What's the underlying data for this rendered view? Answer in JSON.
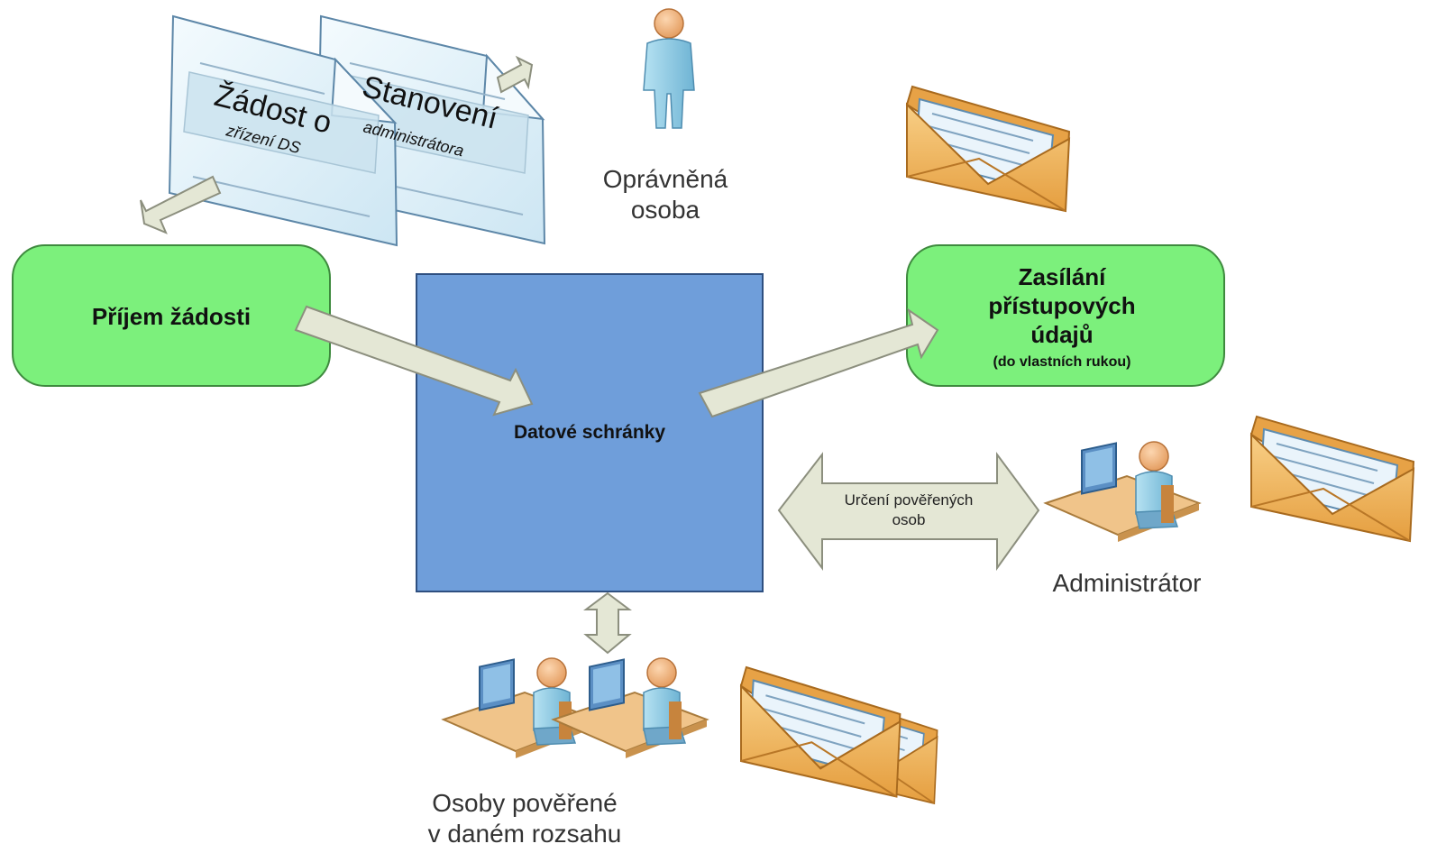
{
  "documents": {
    "request": {
      "title": "Žádost o",
      "subtitle": "zřízení DS"
    },
    "appointment": {
      "title": "Stanovení",
      "subtitle": "administrátora"
    }
  },
  "actors": {
    "authorized_person": {
      "line1": "Oprávněná",
      "line2": "osoba"
    },
    "administrator": {
      "label": "Administrátor"
    },
    "delegated_persons": {
      "line1": "Osoby pověřené",
      "line2": "v daném rozsahu"
    }
  },
  "boxes": {
    "receipt": {
      "label": "Příjem žádosti"
    },
    "sending": {
      "line1": "Zasílání",
      "line2": "přístupových",
      "line3": "údajů",
      "note": "(do vlastních rukou)"
    },
    "data_boxes": {
      "label": "Datové schránky"
    }
  },
  "arrows": {
    "designation": {
      "line1": "Určení pověřených",
      "line2": "osob"
    }
  },
  "colors": {
    "green_box": "#7CF07C",
    "blue_box": "#6F9EDA",
    "arrow_fill": "#E4E7D5",
    "document_fill": "#DDEFF8",
    "person_skin": "#F3B47C",
    "person_shirt": "#8FCBE3",
    "envelope": "#F1B55C"
  }
}
